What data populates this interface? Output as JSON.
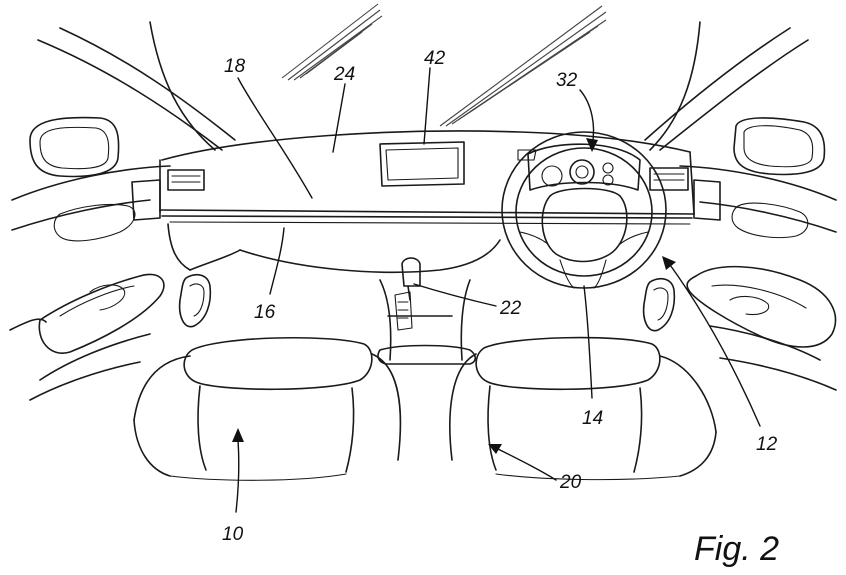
{
  "figure": {
    "caption": "Fig. 2",
    "reference_numerals": {
      "r18": "18",
      "r24": "24",
      "r42": "42",
      "r32": "32",
      "r16": "16",
      "r22": "22",
      "r14": "14",
      "r12": "12",
      "r10": "10",
      "r20": "20"
    }
  }
}
